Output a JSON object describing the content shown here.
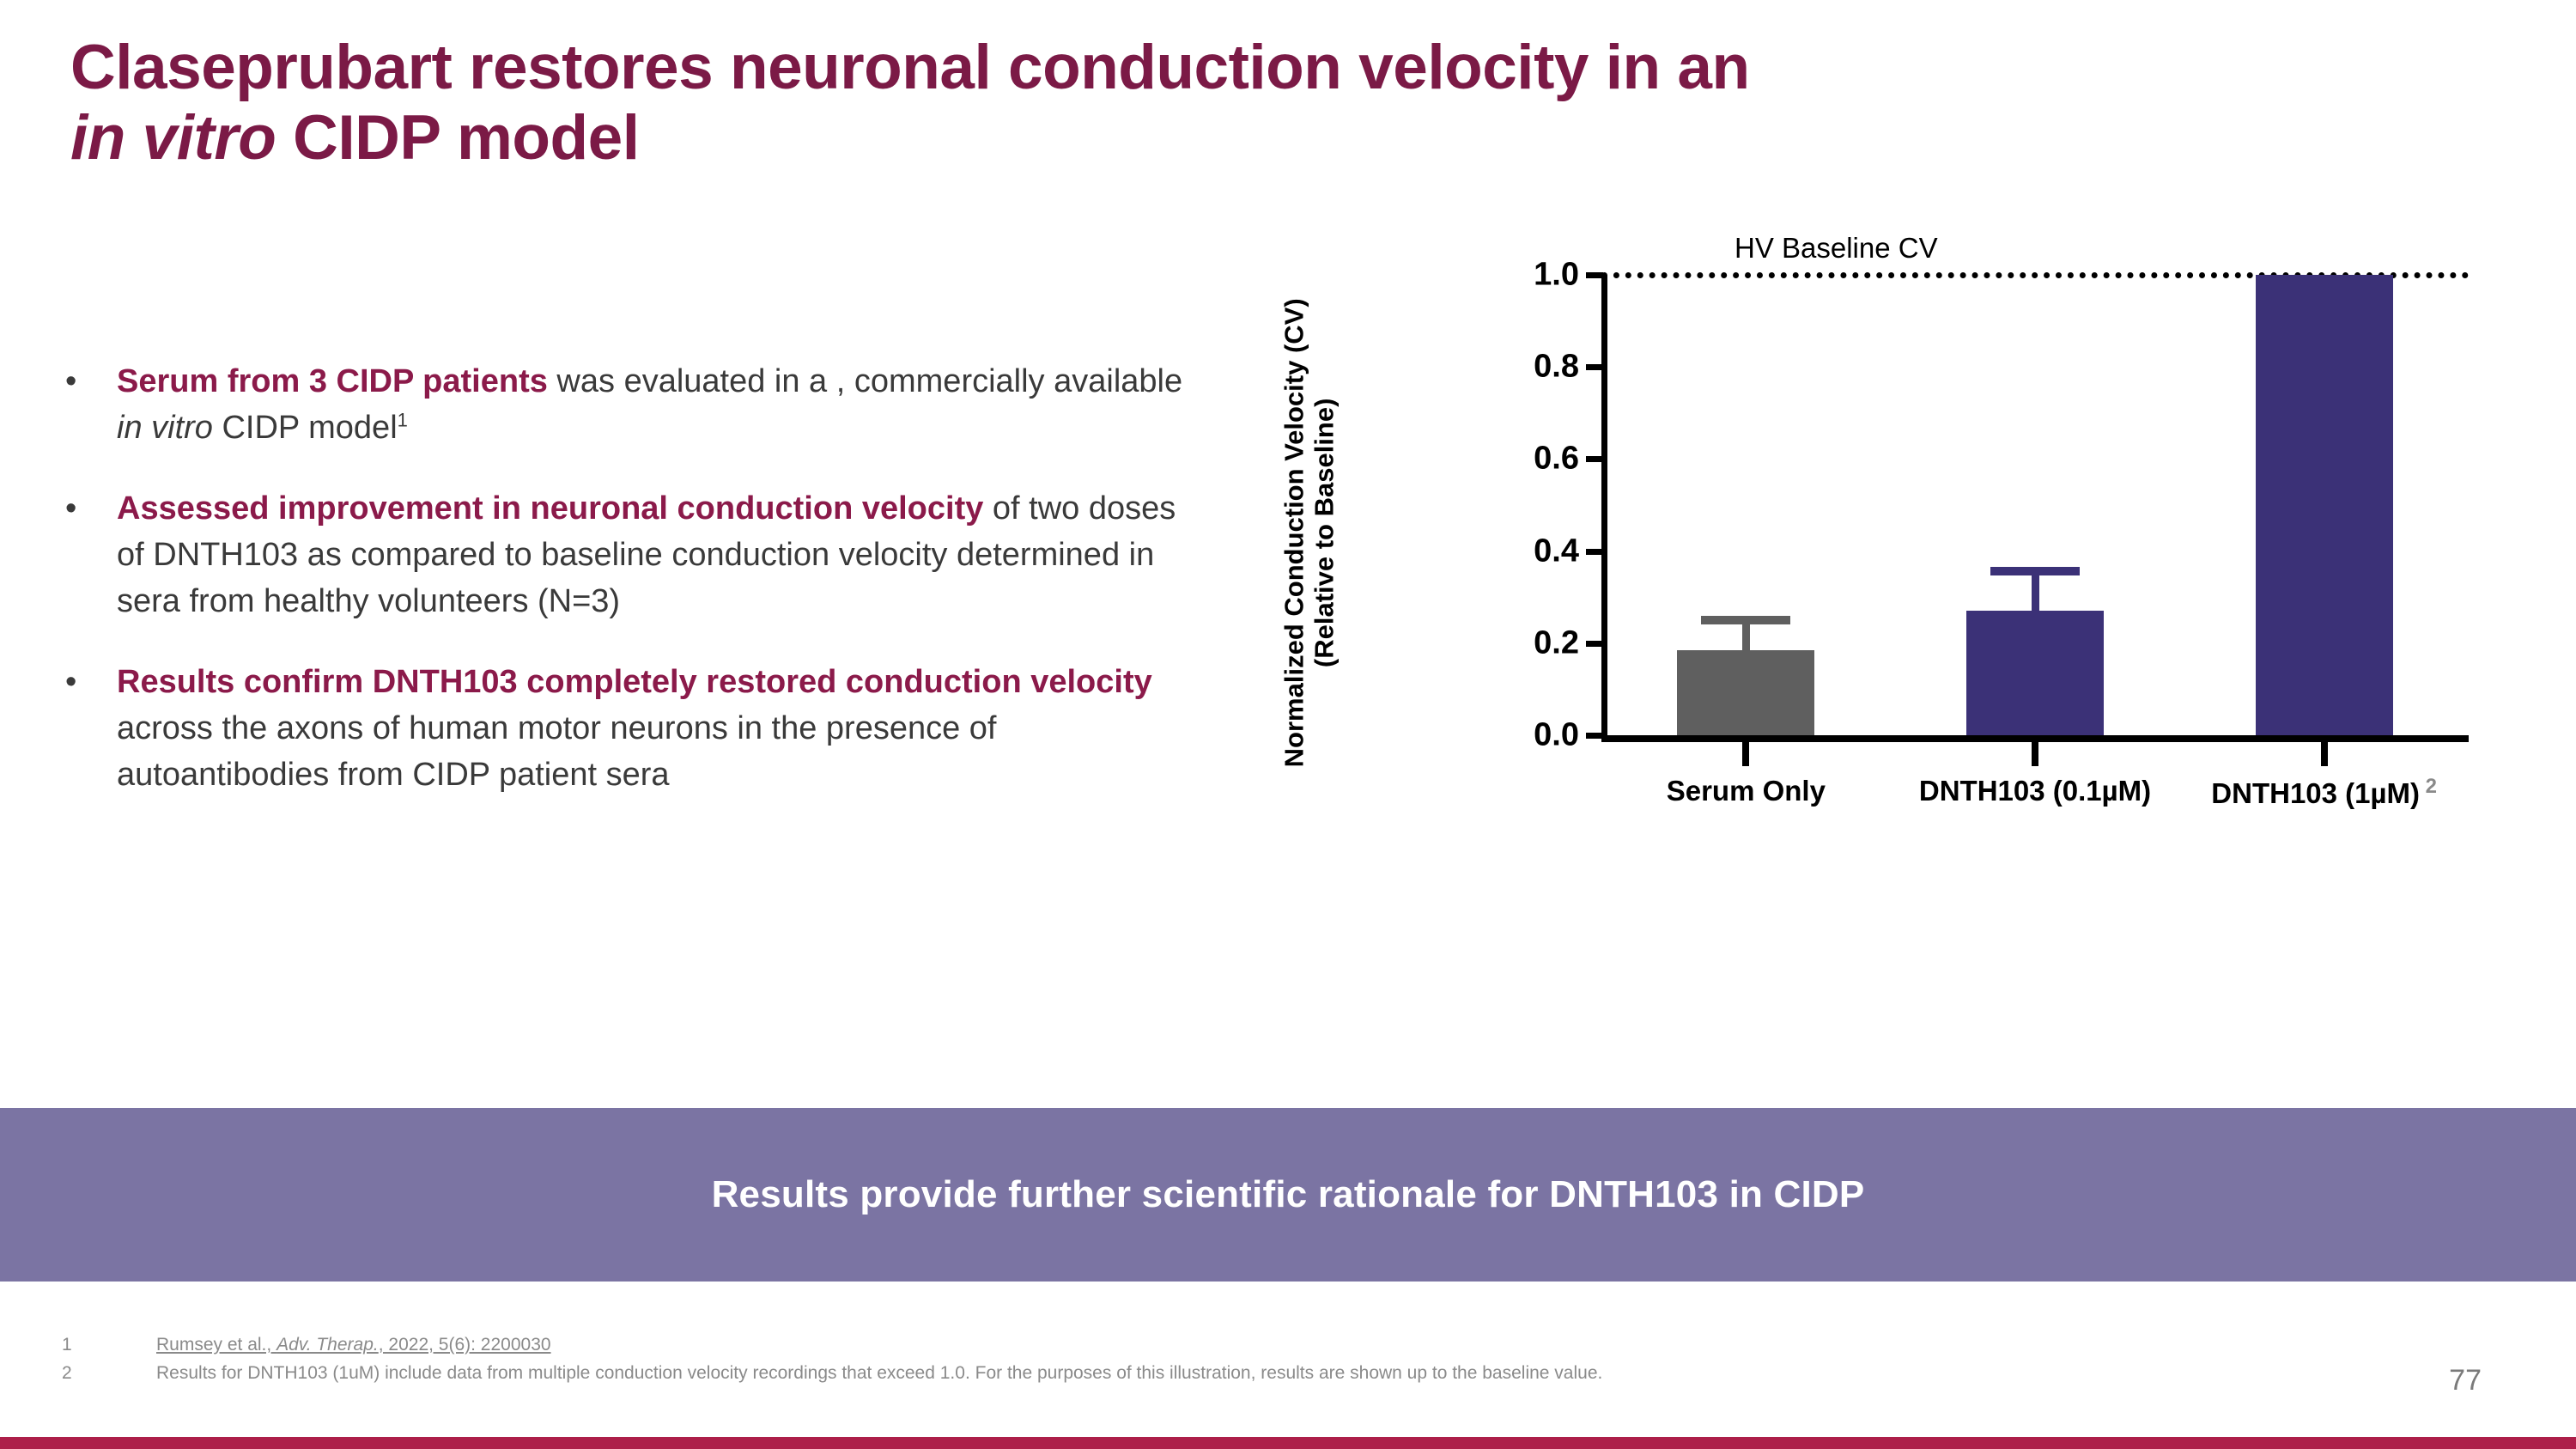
{
  "title": {
    "line1_a": "Claseprubart restores neuronal conduction velocity in an ",
    "line2_italic": "in vitro",
    "line2_b": " CIDP model"
  },
  "bullets": [
    {
      "marker": "•",
      "bold": "Serum from 3 CIDP patients",
      "rest_a": " was evaluated in a , commercially available ",
      "italic": "in vitro",
      "rest_b": " CIDP model",
      "superscript": "1"
    },
    {
      "marker": "•",
      "bold": "Assessed improvement in neuronal conduction velocity",
      "rest_a": " of two doses of DNTH103 as compared to baseline conduction velocity determined in sera from healthy volunteers (N=3)",
      "italic": "",
      "rest_b": "",
      "superscript": ""
    },
    {
      "marker": "•",
      "bold": "Results confirm DNTH103 completely restored conduction velocity",
      "rest_a": " across the axons of human motor neurons in the presence of autoantibodies from CIDP patient sera",
      "italic": "",
      "rest_b": "",
      "superscript": ""
    }
  ],
  "chart_data": {
    "type": "bar",
    "title": "",
    "xlabel": "",
    "ylabel": "Normalized Conduction Velocity (CV)",
    "ylabel_line2": "(Relative to Baseline)",
    "ylim": [
      0.0,
      1.0
    ],
    "yticks": [
      "0.0",
      "0.2",
      "0.4",
      "0.6",
      "0.8",
      "1.0"
    ],
    "ytick_values": [
      0.0,
      0.2,
      0.4,
      0.6,
      0.8,
      1.0
    ],
    "grid": false,
    "legend_position": "none",
    "categories": [
      "Serum Only",
      "DNTH103 (0.1µM)",
      "DNTH103 (1µM)"
    ],
    "category_superscripts": [
      "",
      "",
      "2"
    ],
    "values": [
      0.185,
      0.27,
      1.0
    ],
    "error_upper": [
      0.26,
      0.365,
      null
    ],
    "colors": [
      "#5F5F5F",
      "#3B3177",
      "#3B3177"
    ],
    "annotations": [
      {
        "text": "HV Baseline CV",
        "y": 1.0,
        "style": "dotted-reference-line"
      }
    ],
    "reference_line": {
      "label": "HV Baseline CV",
      "value": 1.0,
      "style": "dotted",
      "color": "#000000"
    }
  },
  "banner": {
    "text": "Results provide further scientific rationale for DNTH103 in CIDP",
    "color": "#7B74A3"
  },
  "footnotes": [
    {
      "num": "1",
      "pre": "Rumsey et al., ",
      "italic": "Adv. Therap.",
      "post": ", 2022, 5(6): 2200030",
      "underline": true
    },
    {
      "num": "2",
      "pre": "Results for DNTH103 (1uM) include data from multiple conduction velocity recordings that exceed 1.0. For the purposes of this illustration, results are shown up to the baseline value.",
      "italic": "",
      "post": "",
      "underline": false
    }
  ],
  "page_number": "77",
  "colors": {
    "title_maroon": "#7B1A46",
    "highlight_maroon": "#8B1A4A",
    "bar_purple": "#3B3177",
    "bar_gray": "#5F5F5F",
    "banner_purple": "#7B74A3",
    "bottom_bar": "#AD1F49"
  }
}
